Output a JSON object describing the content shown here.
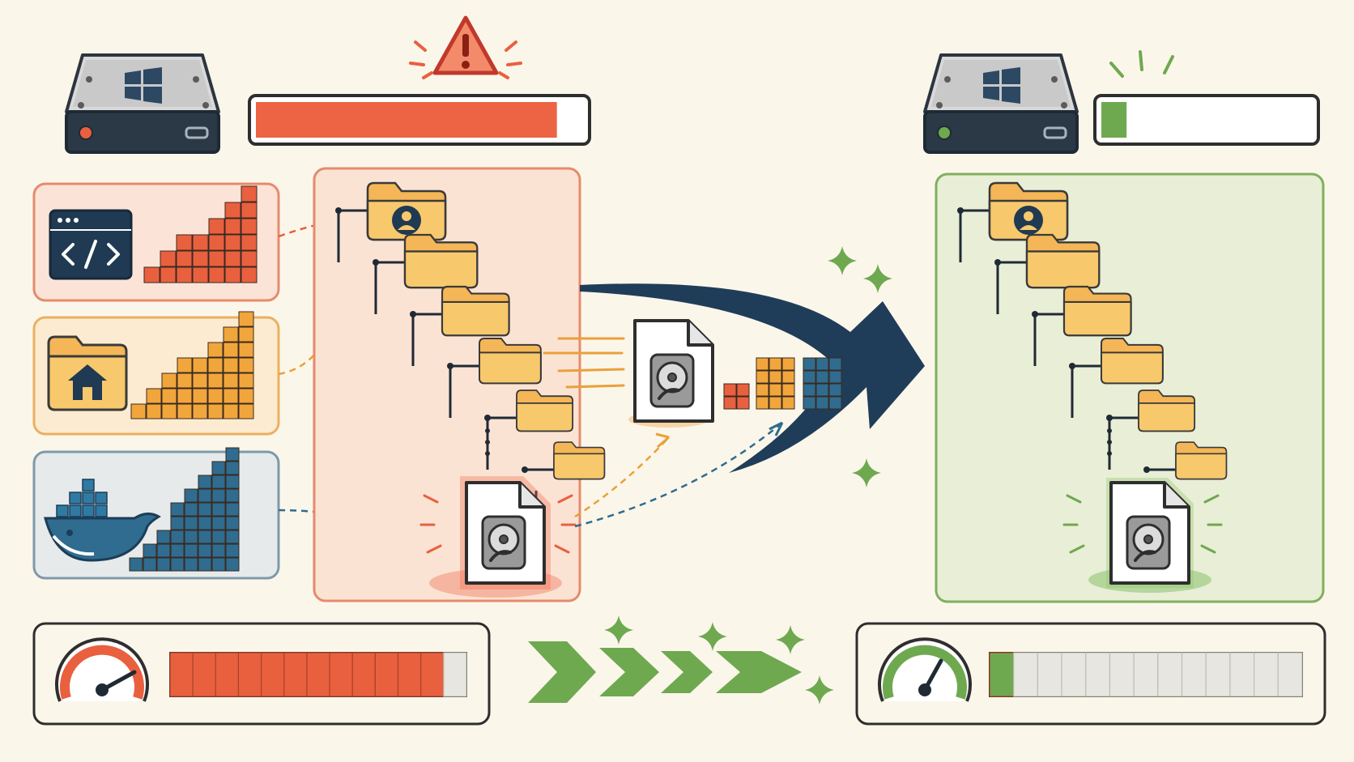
{
  "before": {
    "disk_usage": 0.94,
    "meter_fill_fraction": 0.92,
    "meter_segments": 13,
    "meter_filled_segments": 12,
    "status": "warning"
  },
  "after": {
    "disk_usage": 0.05,
    "meter_fill_fraction": 0.1,
    "meter_segments": 13,
    "meter_filled_segments": 1,
    "status": "ok"
  },
  "sources": [
    {
      "id": "code",
      "icon": "code-window-icon",
      "color": "#d9553a"
    },
    {
      "id": "home",
      "icon": "home-folder-icon",
      "color": "#eaa03a"
    },
    {
      "id": "docker",
      "icon": "docker-whale-icon",
      "color": "#2f6c8f"
    }
  ],
  "folder_tree_depth": 6,
  "icons": [
    "windows-drive-icon",
    "warning-icon",
    "virtual-disk-file-icon",
    "gauge-icon",
    "sparkle-icon",
    "chevron-icon",
    "user-folder-icon"
  ],
  "colors": {
    "red": "#e9603f",
    "orange": "#f1a63c",
    "blue": "#2f6c8f",
    "navy": "#1c3d58",
    "green": "#6ea94f",
    "folder": "#f6c060",
    "panel_red": "#fbe3d4",
    "panel_green": "#e9eed6"
  }
}
